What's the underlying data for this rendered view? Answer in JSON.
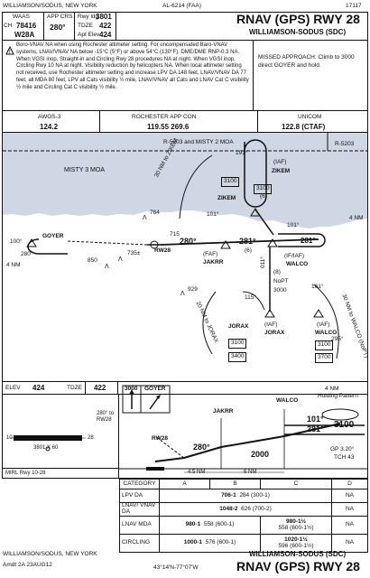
{
  "header": {
    "location_top": "WILLIAMSON/SODUS, NEW YORK",
    "procedure_number": "AL-6214 (FAA)",
    "page_number": "17117",
    "waas_ch_label": "WAAS",
    "ch_label": "CH",
    "waas_ch": "78416",
    "waas_id": "W28A",
    "app_crs_label": "APP CRS",
    "app_crs": "280°",
    "rwy_ldg_label": "Rwy ldg",
    "rwy_ldg": "3801",
    "tdze_label": "TDZE",
    "tdze": "422",
    "apt_elev_label": "Apt Elev",
    "apt_elev": "424",
    "title": "RNAV (GPS) RWY 28",
    "airport": "WILLIAMSON-SODUS (SDC)"
  },
  "notes": {
    "text": "Boro-VNAV NA when using Rochester altimeter setting. For uncompensated Baro-VNAV systems, LNAV/VNAV NA below -15°C (5°F) or above 54°C (130°F). DME/DME RNP-0.3 NA. When VGSI inop, Straight-in and Circling Rwy 28 procedures NA at night. When VGSI inop, Circling Rwy 10 NA at night. Visibility reduction by helicopters NA. When local altimeter setting not received, use Rochester altimeter setting and increase LPV DA 148 feet, LNAV/VNAV DA 77 feet, all MDA 80 feet, LPV all Cats visibility ½ mile, LNAV/VNAV all Cats and LNAV Cat C visibility ½ mile and Circling Cat C visibility ½ mile.",
    "missed_approach": "MISSED APPROACH: Climb to 3000 direct GOYER and hold."
  },
  "comms": {
    "awos_label": "AWOS-3",
    "awos": "124.2",
    "app_label": "ROCHESTER APP CON",
    "app": "119.55  269.6",
    "unicom_label": "UNICOM",
    "unicom": "122.8 (CTAF)"
  },
  "plan_view": {
    "airspace_1": "R-5203 and MISTY 2 MOA",
    "airspace_2": "R-5203",
    "airspace_3": "MISTY 3 MOA",
    "goyer": "GOYER",
    "zikem_iaf": "(IAF)",
    "zikem_name": "ZIKEM",
    "zikem_label": "ZIKEM",
    "zikem_to_leg": "30 NM to ZIKEM",
    "zikem_crs": "191°",
    "zikem_alt": "3100",
    "zikem_alt2": "3100",
    "zikem_dist": "(6)",
    "jakrr_faf": "(FAF)",
    "jakrr": "JAKRR",
    "walco_iaf": "(IF/IAF)",
    "walco": "WALCO",
    "jorax_iaf": "(IAF)",
    "jorax": "JORAX",
    "jorax_label": "JORAX",
    "jorax_leg": "20 NM to JORAX",
    "walco_iaf2": "(IAF)",
    "walco2": "WALCO",
    "walco_leg": "30 NM to WALCO (NoPT)",
    "alt_3000": "3000",
    "alt_3100": "3100",
    "alt_3100b": "3100",
    "alt_3400": "3400",
    "alt_3700": "3700",
    "crs_280": "280°",
    "crs_281": "281°",
    "crs_281b": "281°",
    "crs_101": "101°",
    "crs_101b": "101°",
    "crs_011": "011°",
    "crs_191": "191°",
    "crs_295": "295°",
    "crs_115": "115°",
    "crs_161": "161°",
    "dist_6": "(6)",
    "dist_8": "(8)",
    "dist_6b": "(6)",
    "nopt_1": "NoPT",
    "nopt_2": "NoPT",
    "nm_4": "4 NM",
    "nm_4b": "4 NM",
    "rw28": "RW28",
    "spot_715": "715",
    "spot_735": "735±",
    "spot_850": "850",
    "spot_764": "764",
    "spot_929": "929",
    "goyer_100": "100°",
    "goyer_280": "280°"
  },
  "airport_block": {
    "elev_label": "ELEV",
    "elev": "424",
    "tdze_label": "TDZE",
    "tdze": "422",
    "runway": "3801 X 60",
    "rwy_left": "10",
    "rwy_right": "28",
    "lighting": "MIRL Rwy 10-28",
    "crs_280_to": "280° to RW28"
  },
  "profile": {
    "missed_alt": "3000",
    "missed_fix": "GOYER",
    "walco": "WALCO",
    "jakrr": "JAKRR",
    "rw28": "RW28",
    "crs_101": "101°",
    "alt_3100": "3100",
    "crs_281": "281°",
    "crs_280": "280°",
    "alt_2000": "2000",
    "nm_4": "4 NM",
    "holding": "Holding Pattern",
    "gp": "GP 3.20°",
    "tch": "TCH 43",
    "dist_45": "4.5 NM",
    "dist_6": "6 NM"
  },
  "minimums": {
    "headers": [
      "CATEGORY",
      "A",
      "B",
      "C",
      "D"
    ],
    "rows": [
      {
        "label": "LPV",
        "sub": "DA",
        "val1": "706-1",
        "val1b": "284 (300-1)",
        "d": "NA"
      },
      {
        "label": "LNAV/ VNAV",
        "sub": "DA",
        "val1": "1048-2",
        "val1b": "626 (700-2)",
        "d": "NA"
      },
      {
        "label": "LNAV MDA",
        "sub": "",
        "val1": "980-1",
        "val1b": "558 (600-1)",
        "c": "980-1½",
        "cb": "558 (600-1½)",
        "d": "NA"
      },
      {
        "label": "CIRCLING",
        "sub": "",
        "val1": "1000-1",
        "val1b": "576 (600-1)",
        "c": "1020-1½",
        "cb": "596 (600-1½)",
        "d": "NA"
      }
    ]
  },
  "footer": {
    "location": "WILLIAMSON/SODUS, NEW YORK",
    "amdt": "Amdt 2A  23AUG12",
    "coords": "43°14'N-77°07'W",
    "airport": "WILLIAMSON-SODUS (SDC)",
    "title": "RNAV (GPS) RWY 28"
  }
}
